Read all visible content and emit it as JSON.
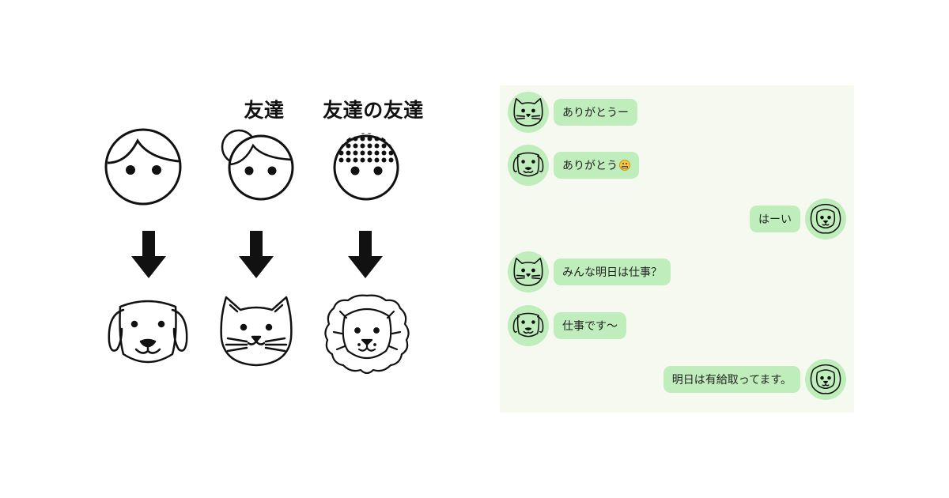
{
  "diagram": {
    "labels": {
      "friend": "友達",
      "friend_of_friend": "友達の友達"
    }
  },
  "chat": {
    "messages": [
      {
        "side": "left",
        "avatar": "cat-icon",
        "text": "ありがとうー"
      },
      {
        "side": "left",
        "avatar": "dog-icon",
        "text": "ありがとう",
        "emoji": "grinning-face-emoji"
      },
      {
        "side": "right",
        "avatar": "lion-icon",
        "text": "はーい"
      },
      {
        "side": "left",
        "avatar": "cat-icon",
        "text": "みんな明日は仕事？"
      },
      {
        "side": "left",
        "avatar": "dog-icon",
        "text": "仕事です〜"
      },
      {
        "side": "right",
        "avatar": "lion-icon",
        "text": "明日は有給取ってます。"
      }
    ]
  },
  "colors": {
    "bubble": "#bfeebc",
    "panel_bg": "#f6f9f0",
    "ink": "#111111"
  }
}
